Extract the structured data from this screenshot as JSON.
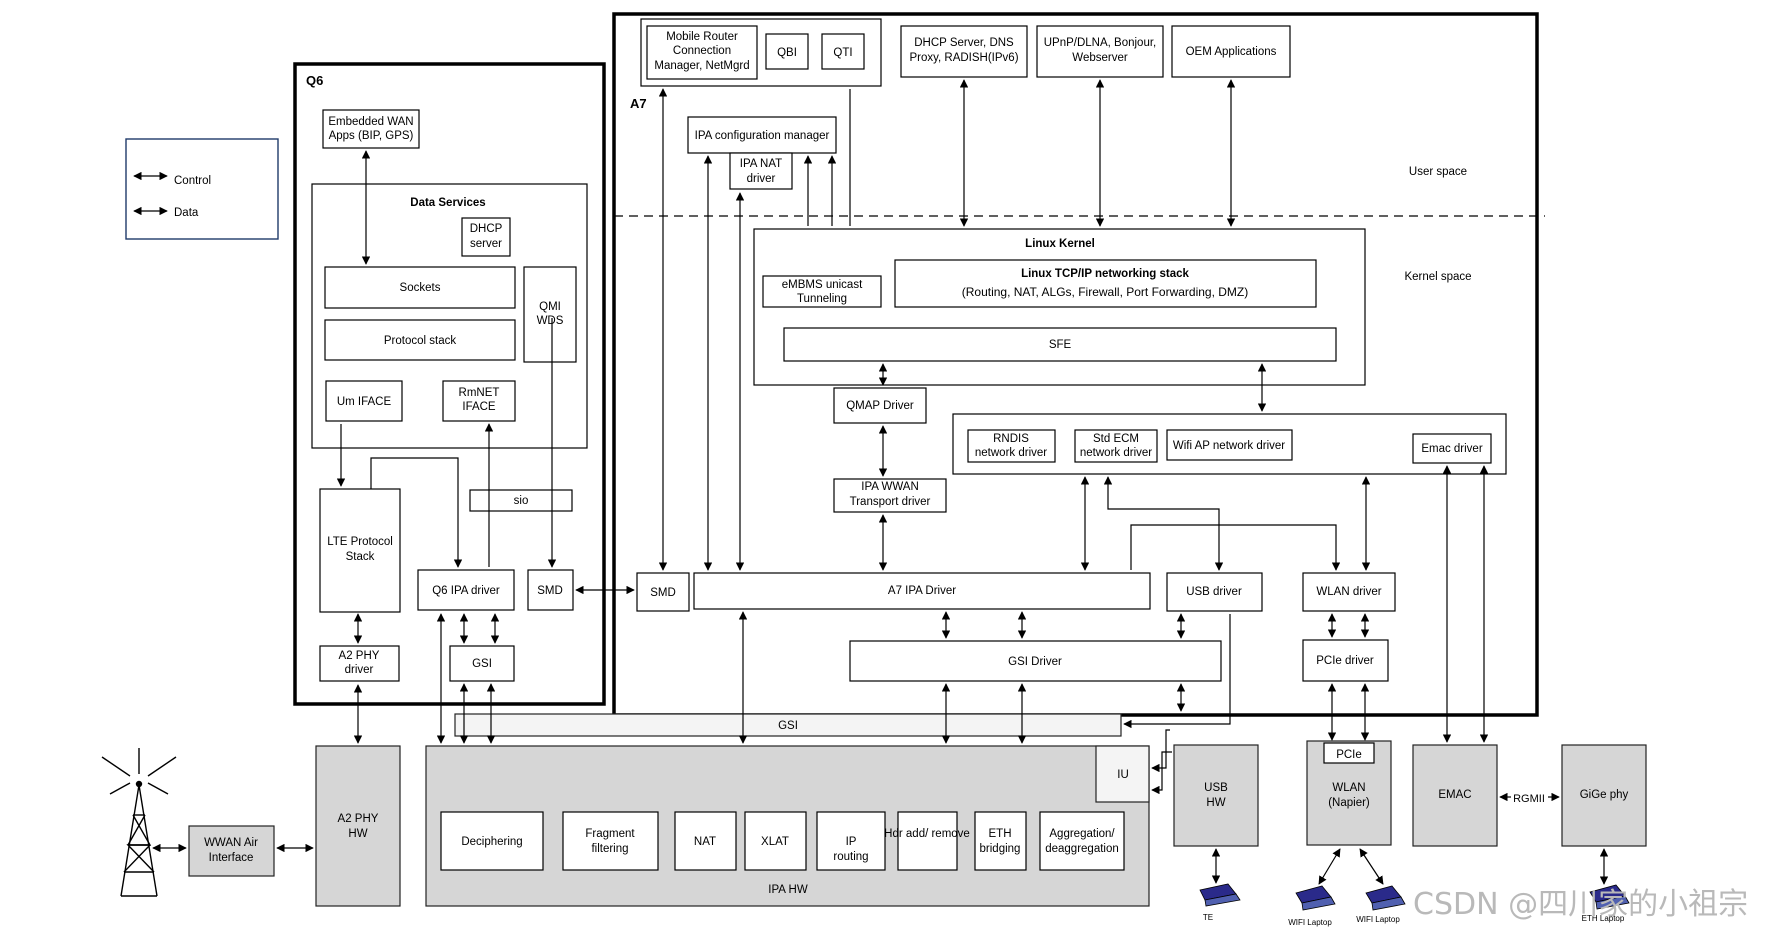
{
  "legend": {
    "control": "Control",
    "data": "Data"
  },
  "regions": {
    "q6": "Q6",
    "a7": "A7",
    "user_space": "User space",
    "kernel_space": "Kernel space"
  },
  "q6": {
    "embedded_wan": [
      "Embedded WAN",
      "Apps (BIP, GPS)"
    ],
    "data_services": "Data Services",
    "dhcp_server": [
      "DHCP",
      "server"
    ],
    "sockets": "Sockets",
    "protocol_stack": "Protocol stack",
    "qmi_wds": [
      "QMI",
      "WDS"
    ],
    "um_iface": "Um IFACE",
    "rmnet_iface": [
      "RmNET",
      "IFACE"
    ],
    "sio": "sio",
    "lte_stack": [
      "LTE Protocol",
      "Stack"
    ],
    "q6_ipa_driver": "Q6 IPA driver",
    "smd": "SMD",
    "gsi": "GSI",
    "a2_phy_driver": [
      "A2 PHY",
      "driver"
    ]
  },
  "a7": {
    "mobile_router": [
      "Mobile Router",
      "Connection",
      "Manager, NetMgrd"
    ],
    "qbi": "QBI",
    "qti": "QTI",
    "dhcp_dns": [
      "DHCP Server, DNS",
      "Proxy, RADISH(IPv6)"
    ],
    "upnp": [
      "UPnP/DLNA, Bonjour,",
      "Webserver"
    ],
    "oem_apps": "OEM Applications",
    "ipa_config_mgr": "IPA configuration manager",
    "ipa_nat_driver": [
      "IPA NAT",
      "driver"
    ],
    "linux_kernel": "Linux Kernel",
    "embms": [
      "eMBMS unicast",
      "Tunneling"
    ],
    "tcpip_stack": "Linux TCP/IP networking stack",
    "tcpip_sub": "(Routing, NAT, ALGs, Firewall, Port Forwarding, DMZ)",
    "sfe": "SFE",
    "qmap_driver": "QMAP Driver",
    "rndis": [
      "RNDIS",
      "network driver"
    ],
    "std_ecm": [
      "Std ECM",
      "network driver"
    ],
    "wifi_ap": "Wifi AP network driver",
    "emac_driver": "Emac driver",
    "ipa_wwan": [
      "IPA WWAN",
      "Transport driver"
    ],
    "smd": "SMD",
    "a7_ipa_driver": "A7 IPA Driver",
    "usb_driver": "USB driver",
    "wlan_driver": "WLAN driver",
    "gsi_driver": "GSI Driver",
    "pcie_driver": "PCIe driver"
  },
  "hw": {
    "gsi_bar": "GSI",
    "iu": "IU",
    "ipa_hw": "IPA HW",
    "blocks": [
      "Deciphering",
      "Fragment filtering",
      "NAT",
      "XLAT",
      "IP routing",
      "Hdr add/ remove",
      "ETH bridging",
      "Aggregation/ deaggregation"
    ],
    "usb_hw": [
      "USB",
      "HW"
    ],
    "wlan_hw": [
      "WLAN",
      "(Napier)"
    ],
    "pcie": "PCIe",
    "emac": "EMAC",
    "rgmii": "RGMII",
    "gige_phy": "GiGe phy",
    "a2_phy_hw": [
      "A2 PHY",
      "HW"
    ],
    "wwan_air": [
      "WWAN Air",
      "Interface"
    ]
  },
  "devices": {
    "te": "TE",
    "wifi_laptop_1": "WIFI Laptop",
    "wifi_laptop_2": "WIFI Laptop",
    "eth_laptop": "ETH Laptop"
  },
  "watermark": "CSDN @四川家的小祖宗"
}
